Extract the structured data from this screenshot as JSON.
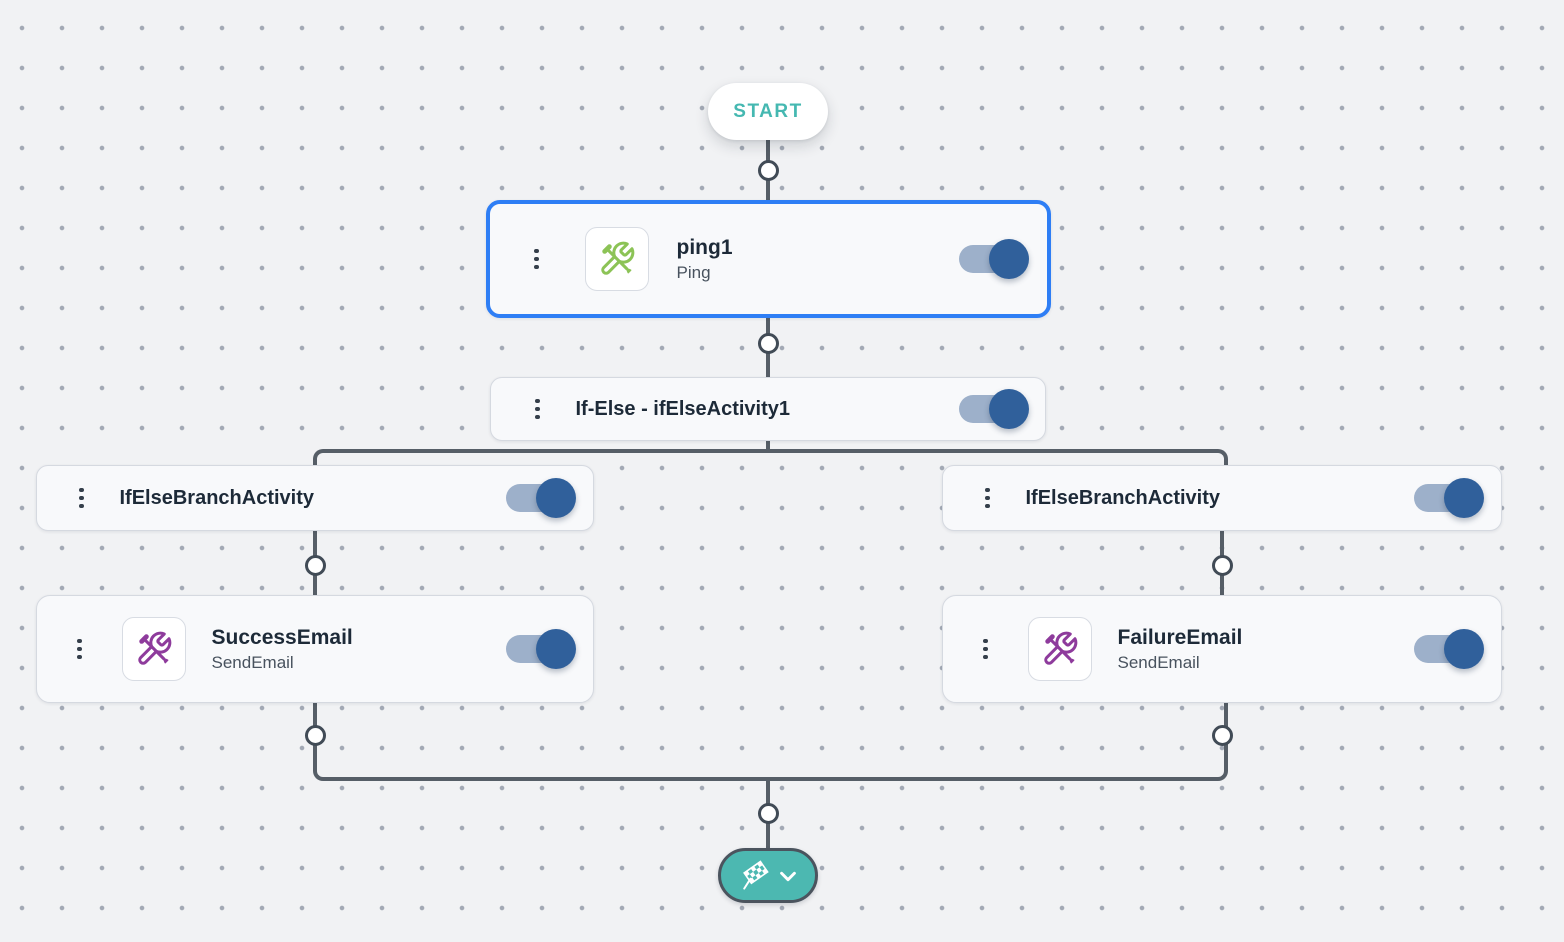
{
  "app": {
    "description": "workflow-designer-canvas"
  },
  "start": {
    "label": "START"
  },
  "workflow": {
    "ping": {
      "title": "ping1",
      "subtitle": "Ping",
      "enabled": true,
      "selected": true,
      "icon": "tools-icon"
    },
    "if_else": {
      "title": "If-Else - ifElseActivity1",
      "enabled": true
    },
    "branch_left": {
      "title": "IfElseBranchActivity",
      "enabled": true
    },
    "branch_right": {
      "title": "IfElseBranchActivity",
      "enabled": true
    },
    "success_email": {
      "title": "SuccessEmail",
      "subtitle": "SendEmail",
      "enabled": true,
      "icon": "tools-icon"
    },
    "failure_email": {
      "title": "FailureEmail",
      "subtitle": "SendEmail",
      "enabled": true,
      "icon": "tools-icon"
    }
  },
  "end": {
    "icon": "checkered-flag-icon",
    "menu_icon": "chevron-down-icon"
  },
  "icons": {
    "kebab": "kebab-menu-icon",
    "connector": "connector-handle"
  },
  "colors": {
    "background": "#f1f2f4",
    "grid_dot": "#a3a9b5",
    "connector_line": "#565e67",
    "connector_ring": "#414b56",
    "card_bg": "#f8f9fb",
    "card_border": "#d5d9e0",
    "selected_border": "#2e7ef5",
    "title_text": "#1d2a38",
    "subtitle_text": "#48525e",
    "start_text_teal": "#45b8b1",
    "end_fill_teal": "#4cb8b1",
    "toggle_track": "#9db0ca",
    "toggle_knob_on": "#30609b",
    "tools_icon_green": "#8cc356",
    "tools_icon_purple": "#8e3b9c"
  }
}
